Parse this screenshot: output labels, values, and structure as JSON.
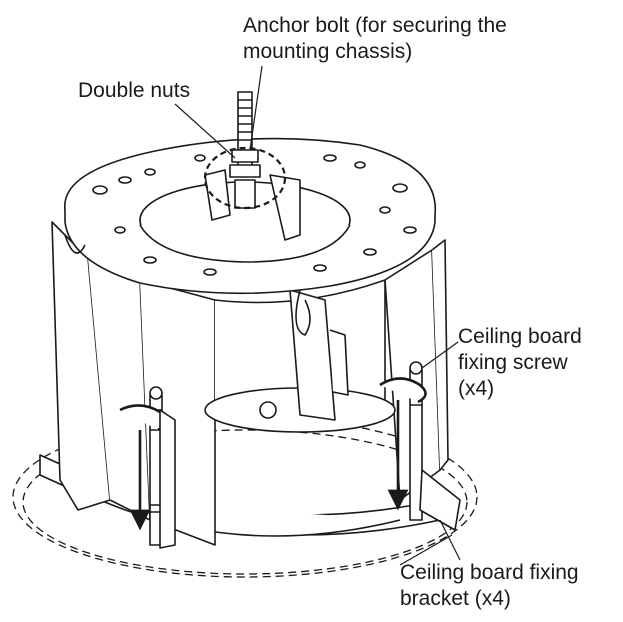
{
  "labels": {
    "anchor_bolt_line1": "Anchor bolt (for securing the",
    "anchor_bolt_line2": "mounting chassis)",
    "double_nuts": "Double nuts",
    "ceiling_screw_line1": "Ceiling board",
    "ceiling_screw_line2": "fixing screw",
    "ceiling_screw_line3": "(x4)",
    "ceiling_bracket_line1": "Ceiling board fixing",
    "ceiling_bracket_line2": "bracket (x4)"
  },
  "colors": {
    "ink": "#1a1a1a",
    "background": "#ffffff"
  }
}
